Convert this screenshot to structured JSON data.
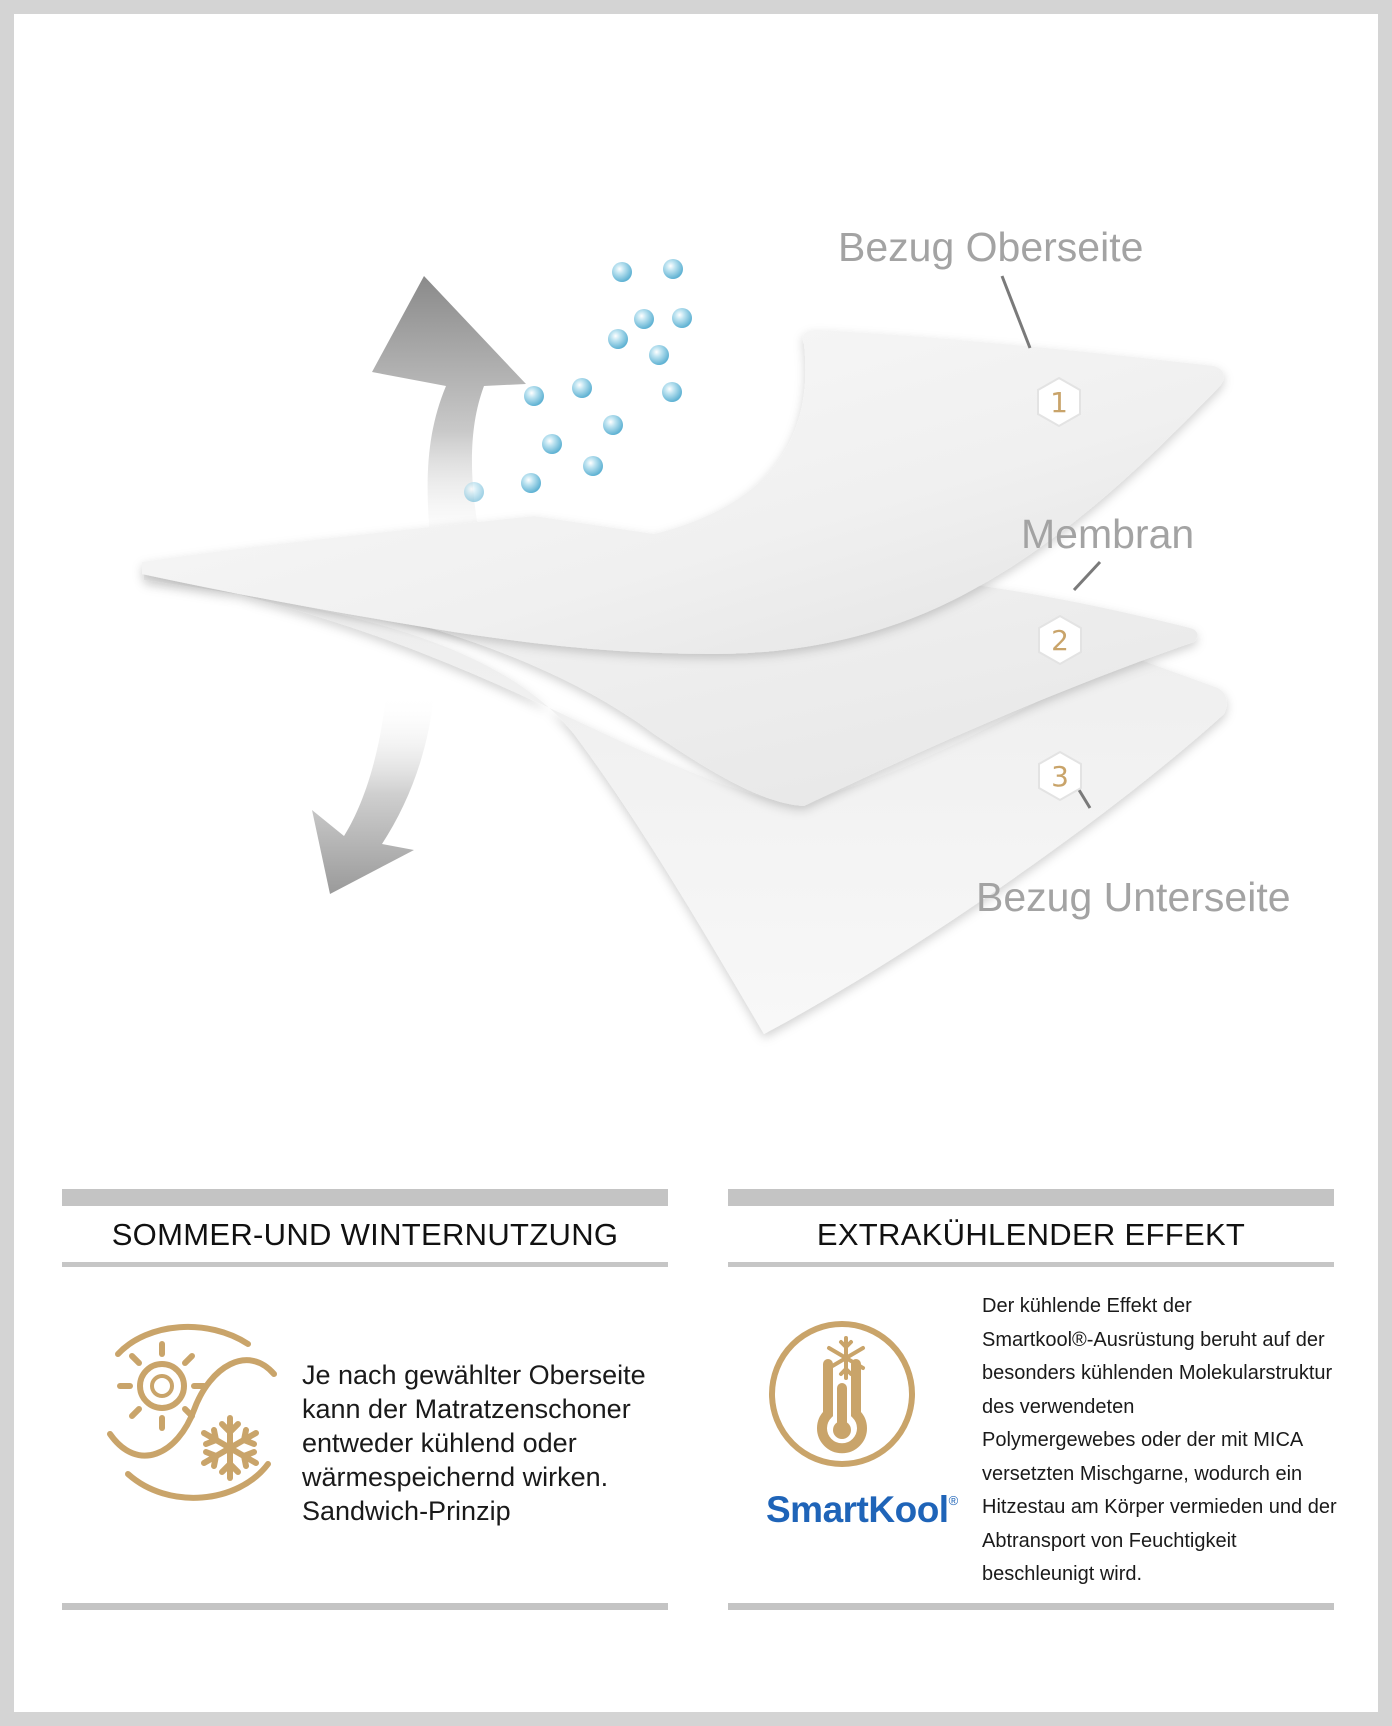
{
  "layers": {
    "top_label": "Bezug Oberseite",
    "middle_label": "Membran",
    "bottom_label": "Bezug Unterseite",
    "numbers": [
      "1",
      "2",
      "3"
    ]
  },
  "sections": {
    "left": {
      "title": "SOMMER-UND WINTERNUTZUNG",
      "lines": [
        "Je nach gewählter Oberseite",
        "kann der Matratzenschoner",
        "entweder kühlend oder",
        "wärmespeichernd wirken.",
        "Sandwich-Prinzip"
      ]
    },
    "right": {
      "title": "EXTRAKÜHLENDER EFFEKT",
      "lines": [
        "Der kühlende Effekt der",
        "Smartkool®-Ausrüstung beruht auf der",
        "besonders kühlenden Molekularstruktur",
        "des verwendeten",
        "Polymergewebes oder der mit MICA",
        "versetzten Mischgarne, wodurch ein",
        "Hitzestau am Körper vermieden und der",
        "Abtransport von Feuchtigkeit",
        "beschleunigt wird."
      ],
      "brand": "SmartKool",
      "brand_mark": "®"
    }
  },
  "colors": {
    "gold": "#c9a46a",
    "droplet": "#7cc3de",
    "label_gray": "#a3a3a3",
    "bar_gray": "#c4c4c4",
    "brand_blue": "#1f64b8"
  },
  "icons": [
    "sun-snowflake-icon",
    "thermometer-snowflake-icon",
    "up-arrow-icon",
    "down-arrow-icon"
  ]
}
